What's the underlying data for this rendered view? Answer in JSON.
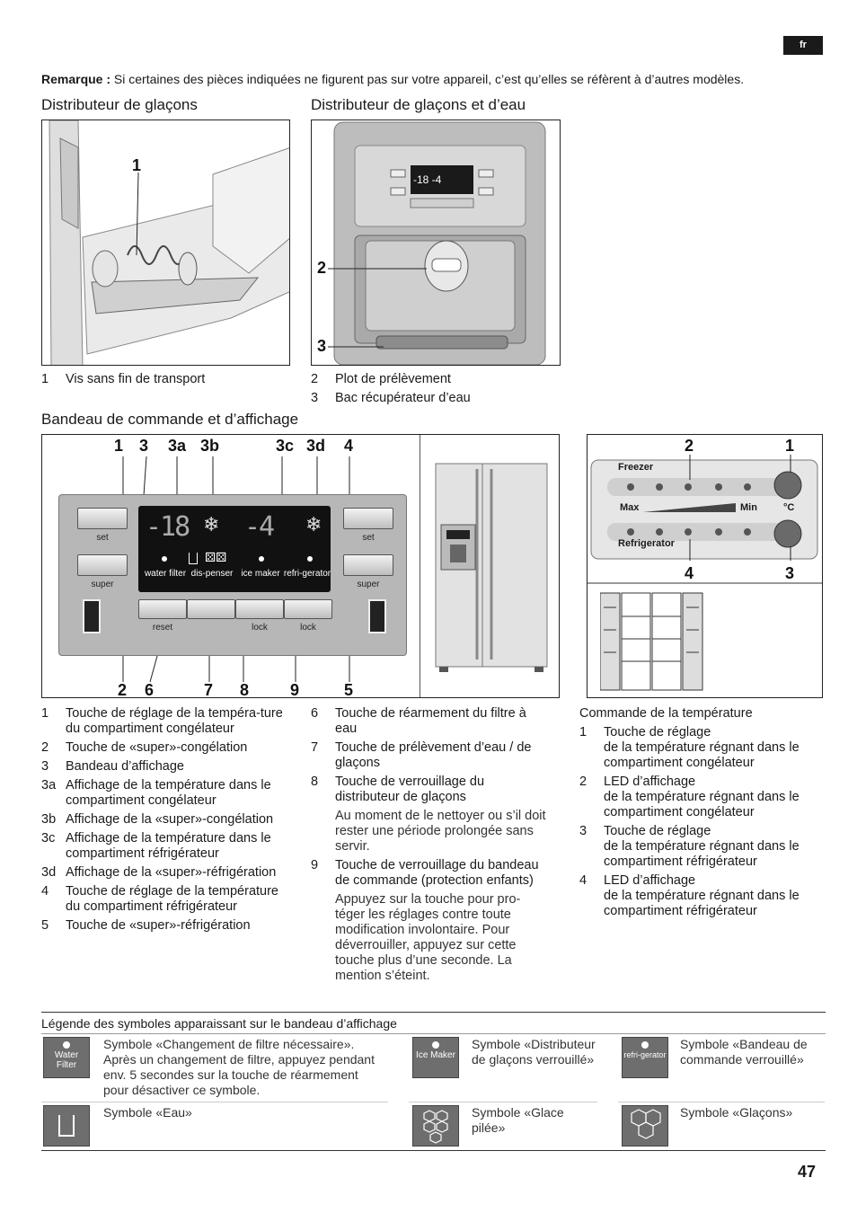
{
  "lang_badge": "fr",
  "note": {
    "prefix": "Remarque :",
    "text": "Si certaines des pièces indiquées ne figurent pas sur votre appareil, c’est qu’elles se réfèrent à d’autres modèles."
  },
  "section1": {
    "title": "Distributeur de glaçons",
    "callout": "1",
    "captions": [
      {
        "num": "1",
        "text": "Vis sans fin de transport"
      }
    ]
  },
  "section2": {
    "title": "Distributeur de glaçons et d’eau",
    "callouts": [
      "2",
      "3"
    ],
    "captions": [
      {
        "num": "2",
        "text": "Plot de prélèvement"
      },
      {
        "num": "3",
        "text": "Bac récupérateur d’eau"
      }
    ]
  },
  "section3": {
    "title": "Bandeau de commande et d’affichage",
    "top_callouts": [
      "1",
      "3",
      "3a",
      "3b",
      "3c",
      "3d",
      "4"
    ],
    "bottom_callouts": [
      "2",
      "6",
      "7",
      "8",
      "9",
      "5"
    ],
    "panel": {
      "set_left": "set",
      "super_left": "super",
      "set_right": "set",
      "super_right": "super",
      "display_left": "-18",
      "display_right": "-4",
      "lcd_labels": [
        "water filter",
        "dis-penser",
        "ice maker",
        "refri-gerator"
      ],
      "bottom_labels": [
        "reset",
        "",
        "lock",
        "lock"
      ]
    }
  },
  "section4": {
    "top_callouts": [
      "2",
      "1"
    ],
    "bottom_callouts": [
      "4",
      "3"
    ],
    "freezer_label": "Freezer",
    "refrigerator_label": "Refrigerator",
    "max_label": "Max",
    "min_label": "Min",
    "unit_label": "°C"
  },
  "list_col1": [
    {
      "num": "1",
      "text": "Touche de réglage de la tempéra-ture du compartiment congélateur"
    },
    {
      "num": "2",
      "text": "Touche de «super»-congélation"
    },
    {
      "num": "3",
      "text": "Bandeau d’affichage"
    },
    {
      "num": "3a",
      "text": "Affichage de la température dans le compartiment congélateur"
    },
    {
      "num": "3b",
      "text": "Affichage de la «super»-congélation"
    },
    {
      "num": "3c",
      "text": "Affichage de la température dans le compartiment réfrigérateur"
    },
    {
      "num": "3d",
      "text": "Affichage de la «super»-réfrigération"
    },
    {
      "num": "4",
      "text": "Touche de réglage de la température du compartiment réfrigérateur"
    },
    {
      "num": "5",
      "text": "Touche de «super»-réfrigération"
    }
  ],
  "list_col2": [
    {
      "num": "6",
      "text": "Touche de réarmement du filtre à eau",
      "sub": ""
    },
    {
      "num": "7",
      "text": "Touche de prélèvement d’eau / de glaçons",
      "sub": ""
    },
    {
      "num": "8",
      "text": "Touche de verrouillage du distributeur de glaçons",
      "sub": "Au moment de le nettoyer ou s’il doit rester une période prolongée sans servir."
    },
    {
      "num": "9",
      "text": "Touche de verrouillage du bandeau de commande (protection enfants)",
      "sub": "Appuyez sur la touche pour pro-téger les réglages contre toute modification involontaire. Pour déverrouiller, appuyez sur cette touche plus d’une seconde. La mention s’éteint."
    }
  ],
  "list_col3": {
    "heading": "Commande de la température",
    "items": [
      {
        "num": "1",
        "title": "Touche de réglage",
        "text": "de la température régnant dans le compartiment congélateur"
      },
      {
        "num": "2",
        "title": "LED d’affichage",
        "text": "de la température régnant dans le compartiment congélateur"
      },
      {
        "num": "3",
        "title": "Touche de réglage",
        "text": "de la température régnant dans le compartiment réfrigérateur"
      },
      {
        "num": "4",
        "title": "LED d’affichage",
        "text": "de la température régnant dans le compartiment réfrigérateur"
      }
    ]
  },
  "legend": {
    "title": "Légende des symboles apparaissant sur le bandeau d’affichage",
    "symbols": [
      {
        "icon_label": "Water Filter",
        "text": "Symbole «Changement de filtre nécessaire». Après un changement de filtre, appuyez pendant env. 5 secondes sur la touche de réarmement pour désactiver ce symbole."
      },
      {
        "icon_label": "Ice Maker",
        "text": "Symbole «Distributeur de glaçons verrouillé»"
      },
      {
        "icon_label": "refri-gerator",
        "text": "Symbole «Bandeau de commande verrouillé»"
      },
      {
        "icon_label": "",
        "text": "Symbole «Eau»"
      },
      {
        "icon_label": "",
        "text": "Symbole «Glace pilée»"
      },
      {
        "icon_label": "",
        "text": "Symbole «Glaçons»"
      }
    ]
  },
  "page_number": "47"
}
